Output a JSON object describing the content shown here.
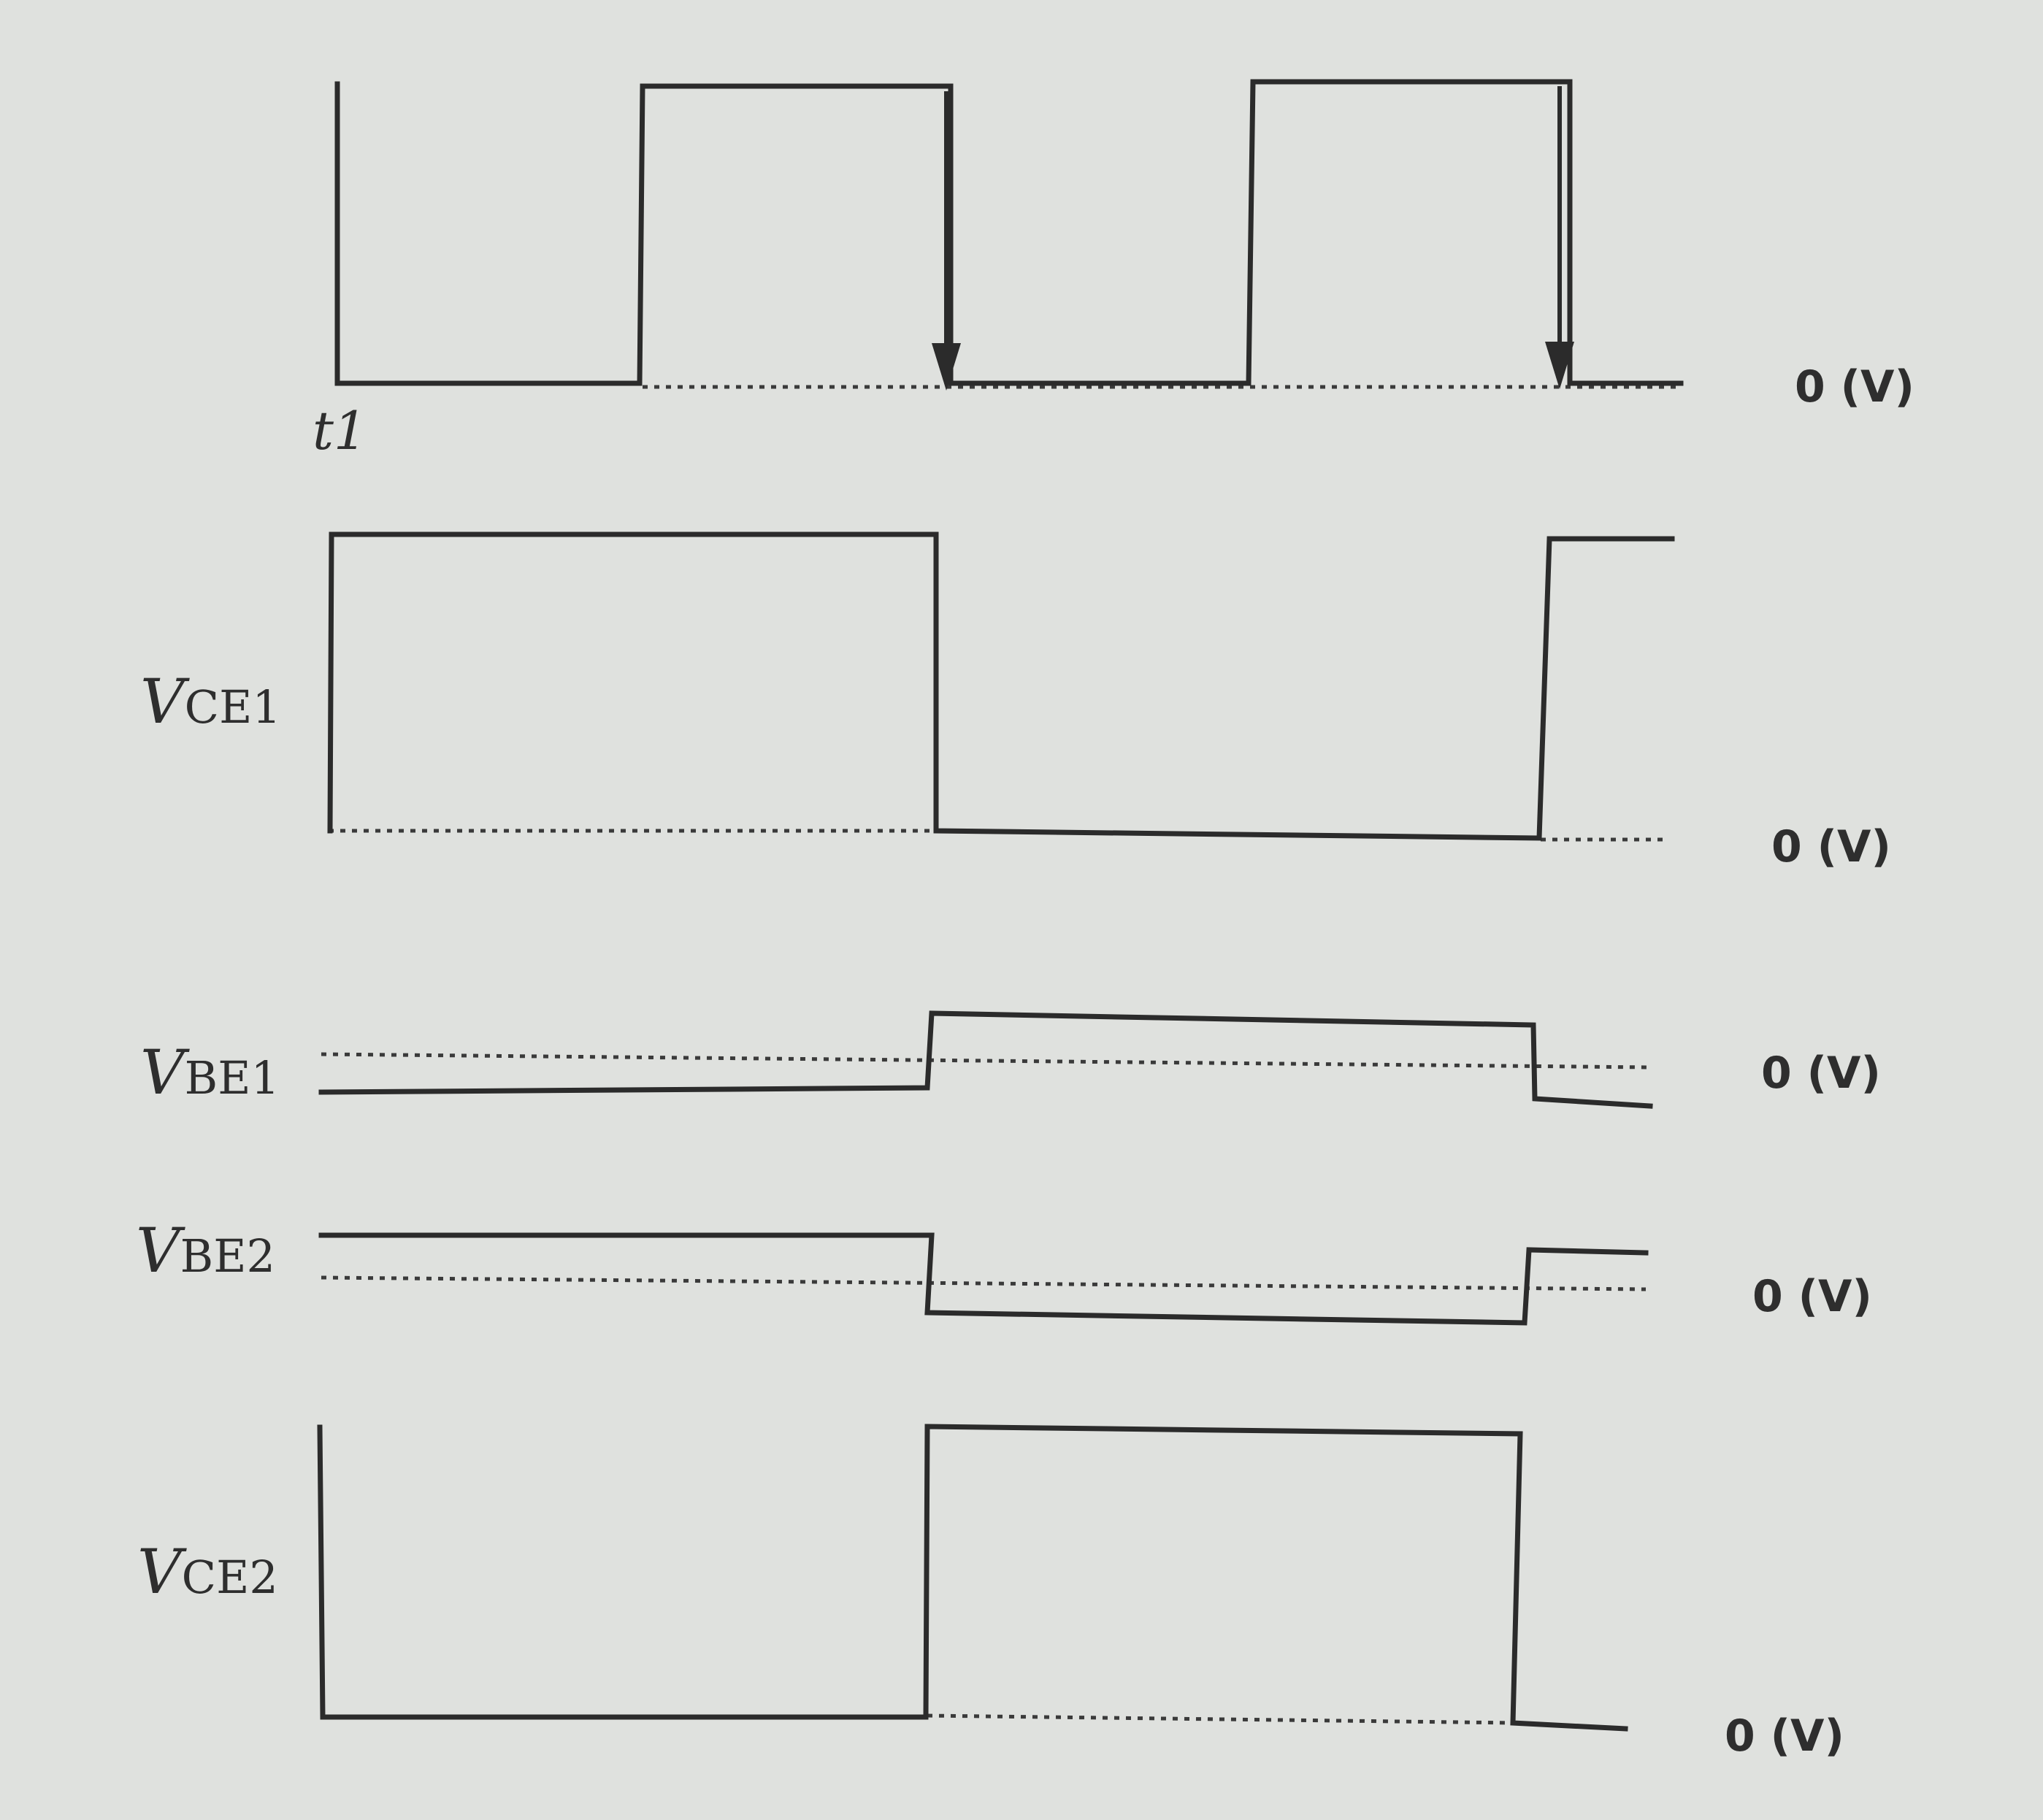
{
  "labels": {
    "vce1_main": "V",
    "vce1_sub": "CE1",
    "vbe1_main": "V",
    "vbe1_sub": "BE1",
    "vbe2_main": "V",
    "vbe2_sub": "BE2",
    "vce2_main": "V",
    "vce2_sub": "CE2",
    "t1": "t1"
  },
  "zero_labels": [
    "0 (V)",
    "0 (V)",
    "0 (V)",
    "0 (V)",
    "0 (V)"
  ],
  "colors": {
    "ink": "#2b2b2b",
    "paper": "#dfe1de"
  }
}
